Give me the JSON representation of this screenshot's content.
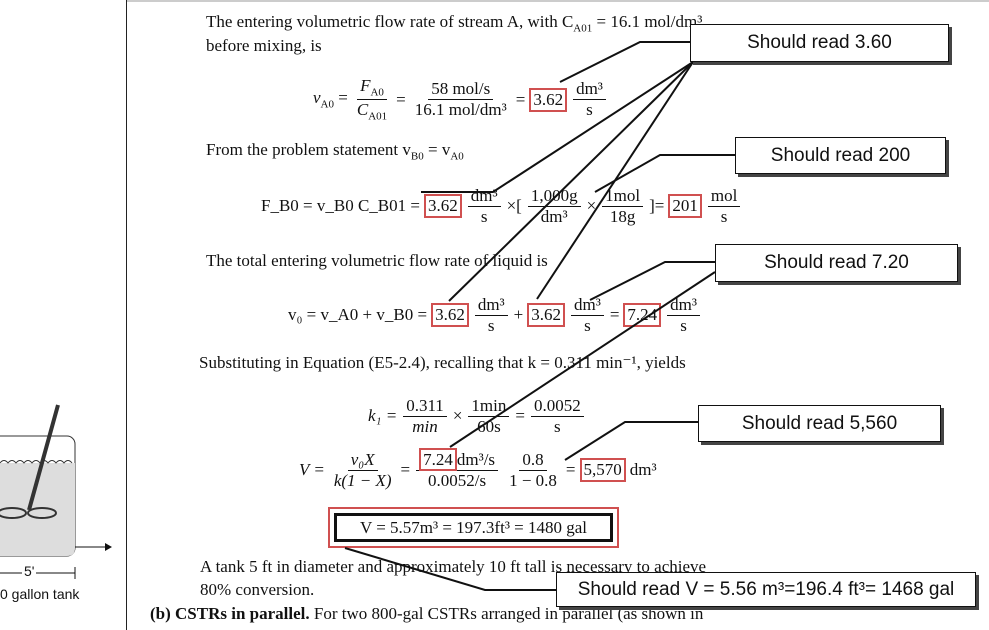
{
  "doc": {
    "line1": "The entering volumetric flow rate of stream A, with C",
    "line1_sub": "A01",
    "line1_end": " = 16.1 mol/dm³",
    "line2": "before mixing, is",
    "eq1": {
      "lhs": "v",
      "lhs_sub": "A0",
      "num1": "F",
      "num1_sub": "A0",
      "den1": "C",
      "den1_sub": "A01",
      "num2": "58 mol/s",
      "den2": "16.1 mol/dm³",
      "value": "3.62",
      "unit_num": "dm³",
      "unit_den": "s"
    },
    "line3": "From the problem statement v",
    "line3_mid": " = v",
    "line3_sub1": "B0",
    "line3_sub2": "A0",
    "eq2": {
      "lhs": "F_B0 = v_B0 C_B01 =",
      "v1": "3.62",
      "u1n": "dm³",
      "u1d": "s",
      "f1n": "1,000g",
      "f1d": "dm³",
      "f2n": "1mol",
      "f2d": "18g",
      "value": "201",
      "u2n": "mol",
      "u2d": "s"
    },
    "line4": "The total entering volumetric flow rate of liquid is",
    "eq3": {
      "lhs": "v₀ = v_A0 + v_B0 =",
      "a": "3.62",
      "b": "3.62",
      "c": "7.24",
      "un": "dm³",
      "ud": "s"
    },
    "line5": "Substituting in Equation (E5-2.4), recalling that k = 0.311 min⁻¹, yields",
    "eq4": {
      "lhs": "k₁ =",
      "n1": "0.311",
      "d1": "min",
      "n2": "1min",
      "d2": "60s",
      "n3": "0.0052",
      "d3": "s"
    },
    "eq5": {
      "lhs": "V =",
      "n1": "v₀X",
      "d1": "k(1 − X)",
      "n2a": "7.24",
      "n2b": "dm³/s",
      "d2": "0.0052/s",
      "n3": "0.8",
      "d3": "1 − 0.8",
      "value": "5,570",
      "unit": "dm³"
    },
    "eq6": "V = 5.57m³ = 197.3ft³ = 1480  gal",
    "line6": "A tank 5 ft in diameter and approximately 10 ft tall is necessary to achieve",
    "line7": "80% conversion.",
    "line8_b": "(b)  CSTRs in parallel.",
    "line8": " For two 800-gal CSTRs arranged in parallel (as shown in"
  },
  "callouts": [
    "Should read 3.60",
    "Should read 200",
    "Should read 7.20",
    "Should read 5,560",
    "Should read V = 5.56 m³=196.4 ft³= 1468 gal"
  ],
  "side": {
    "dimension": "5'",
    "caption": "0 gallon tank"
  }
}
